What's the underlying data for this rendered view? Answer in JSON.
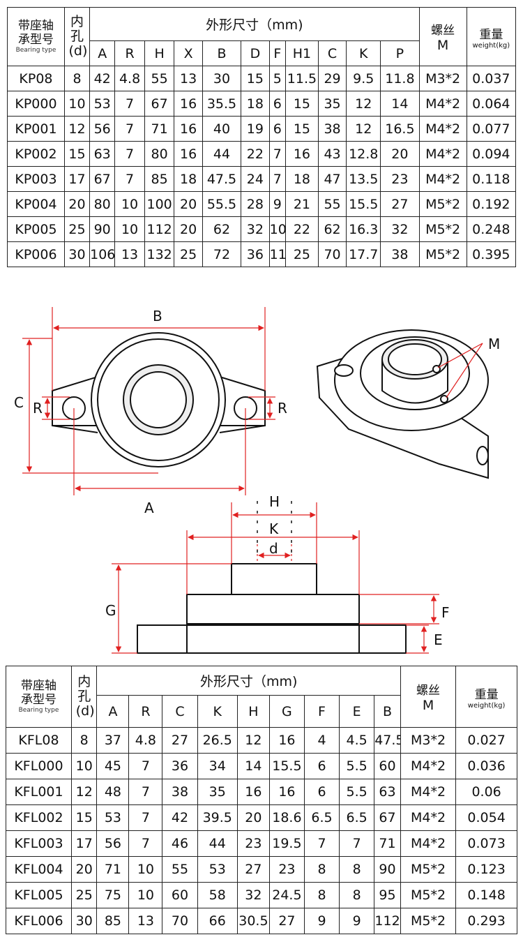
{
  "table1": {
    "h_type": "带座轴承型号",
    "h_type_en": "Bearing type",
    "h_bore": "内孔(d)",
    "h_dims": "外形尺寸（mm)",
    "h_screw": "螺丝",
    "h_weight": "重量",
    "h_weight_en": "weight(kg)",
    "cols": [
      "A",
      "R",
      "H",
      "X",
      "B",
      "D",
      "F",
      "H1",
      "C",
      "K",
      "P",
      "M"
    ],
    "rows": [
      [
        "KP08",
        "8",
        "42",
        "4.8",
        "55",
        "13",
        "30",
        "15",
        "5",
        "11.5",
        "29",
        "9.5",
        "11.8",
        "M3*2",
        "0.037"
      ],
      [
        "KP000",
        "10",
        "53",
        "7",
        "67",
        "16",
        "35.5",
        "18",
        "6",
        "15",
        "35",
        "12",
        "14",
        "M4*2",
        "0.064"
      ],
      [
        "KP001",
        "12",
        "56",
        "7",
        "71",
        "16",
        "40",
        "19",
        "6",
        "15",
        "38",
        "12",
        "16.5",
        "M4*2",
        "0.077"
      ],
      [
        "KP002",
        "15",
        "63",
        "7",
        "80",
        "16",
        "44",
        "22",
        "7",
        "16",
        "43",
        "12.8",
        "20",
        "M4*2",
        "0.094"
      ],
      [
        "KP003",
        "17",
        "67",
        "7",
        "85",
        "18",
        "47.5",
        "24",
        "7",
        "18",
        "47",
        "13.5",
        "23",
        "M4*2",
        "0.118"
      ],
      [
        "KP004",
        "20",
        "80",
        "10",
        "100",
        "20",
        "55.5",
        "28",
        "9",
        "21",
        "55",
        "15.5",
        "27",
        "M5*2",
        "0.192"
      ],
      [
        "KP005",
        "25",
        "90",
        "10",
        "112",
        "20",
        "62",
        "32",
        "10",
        "22",
        "62",
        "16.3",
        "32",
        "M5*2",
        "0.248"
      ],
      [
        "KP006",
        "30",
        "106",
        "13",
        "132",
        "25",
        "72",
        "36",
        "11",
        "25",
        "70",
        "17.7",
        "38",
        "M5*2",
        "0.395"
      ]
    ]
  },
  "diagram": {
    "B": "B",
    "C": "C",
    "R_left": "R",
    "R_right": "R",
    "A": "A",
    "M": "M",
    "H": "H",
    "K": "K",
    "d": "d",
    "G": "G",
    "F": "F",
    "E": "E"
  },
  "table2": {
    "h_type": "带座轴承型号",
    "h_type_en": "Bearing type",
    "h_bore": "内孔(d)",
    "h_dims": "外形尺寸（mm)",
    "h_screw": "螺丝",
    "h_weight": "重量",
    "h_weight_en": "weight(kg)",
    "cols": [
      "A",
      "R",
      "C",
      "K",
      "H",
      "G",
      "F",
      "E",
      "B",
      "M"
    ],
    "rows": [
      [
        "KFL08",
        "8",
        "37",
        "4.8",
        "27",
        "26.5",
        "12",
        "16",
        "4",
        "4.5",
        "47.5",
        "M3*2",
        "0.027"
      ],
      [
        "KFL000",
        "10",
        "45",
        "7",
        "36",
        "34",
        "14",
        "15.5",
        "6",
        "5.5",
        "60",
        "M4*2",
        "0.036"
      ],
      [
        "KFL001",
        "12",
        "48",
        "7",
        "38",
        "35",
        "16",
        "16",
        "6",
        "5.5",
        "63",
        "M4*2",
        "0.06"
      ],
      [
        "KFL002",
        "15",
        "53",
        "7",
        "42",
        "39.5",
        "20",
        "18.6",
        "6.5",
        "6.5",
        "67",
        "M4*2",
        "0.054"
      ],
      [
        "KFL003",
        "17",
        "56",
        "7",
        "46",
        "44",
        "23",
        "19.5",
        "7",
        "7",
        "71",
        "M4*2",
        "0.073"
      ],
      [
        "KFL004",
        "20",
        "71",
        "10",
        "55",
        "53",
        "27",
        "23",
        "8",
        "8",
        "90",
        "M5*2",
        "0.123"
      ],
      [
        "KFL005",
        "25",
        "75",
        "10",
        "60",
        "58",
        "32",
        "24.5",
        "8",
        "8",
        "95",
        "M5*2",
        "0.148"
      ],
      [
        "KFL006",
        "30",
        "85",
        "13",
        "70",
        "66",
        "30.5",
        "27",
        "9",
        "9",
        "112",
        "M5*2",
        "0.293"
      ]
    ]
  }
}
